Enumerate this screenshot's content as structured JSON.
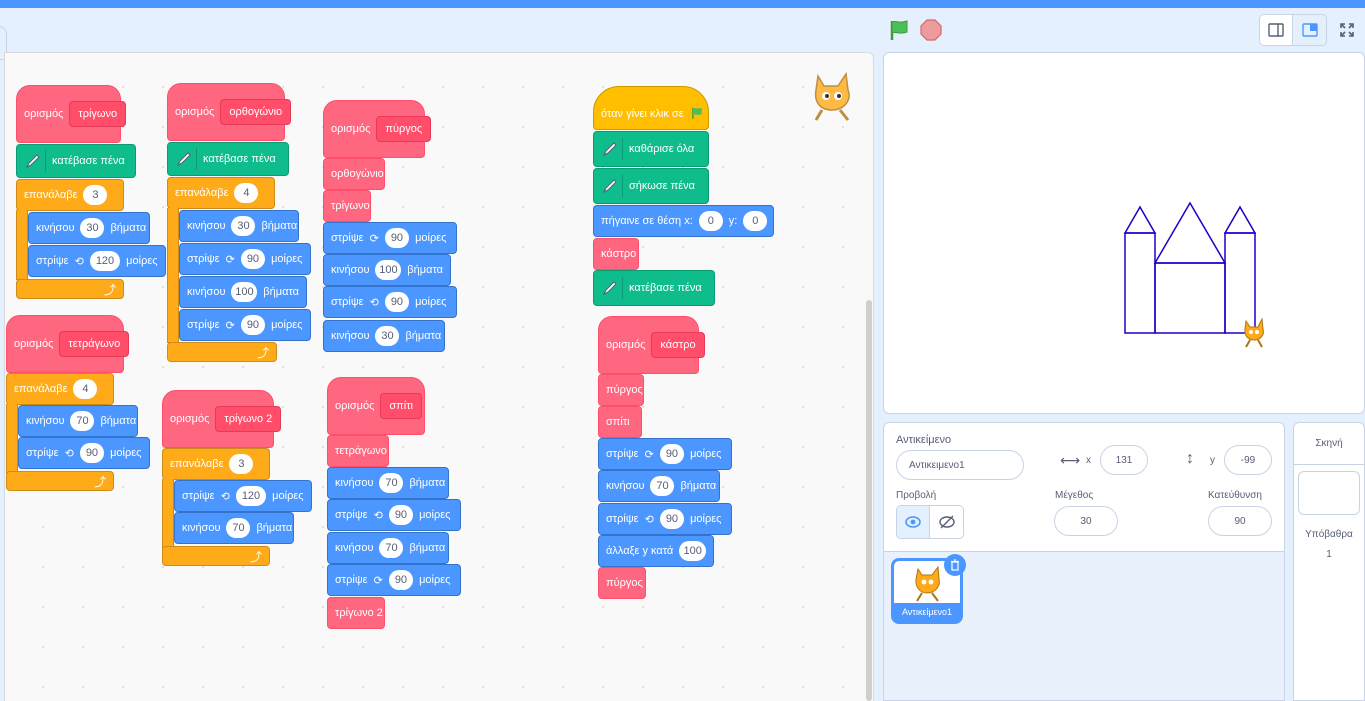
{
  "colors": {
    "motion": "#4c97ff",
    "pen": "#0fbd8c",
    "control": "#ffab19",
    "myblocks": "#ff6680",
    "events": "#ffbf00",
    "accent": "#4c97ff"
  },
  "toolbar": {
    "icons": [
      "green-flag-icon",
      "stop-icon",
      "small-stage-icon",
      "normal-stage-icon",
      "fullscreen-icon"
    ]
  },
  "scripts": {
    "triangle": {
      "define": "ορισμός",
      "name": "τρίγωνο",
      "pen_down": "κατέβασε πένα",
      "repeat": "επανάλαβε",
      "repeat_n": "3",
      "move": "κινήσου",
      "move_n": "30",
      "steps": "βήματα",
      "turn": "στρίψε",
      "turn_n": "120",
      "degrees": "μοίρες"
    },
    "rectangle": {
      "define": "ορισμός",
      "name": "ορθογώνιο",
      "pen_down": "κατέβασε πένα",
      "repeat": "επανάλαβε",
      "repeat_n": "4",
      "move1": "κινήσου",
      "move1_n": "30",
      "steps": "βήματα",
      "turn1": "στρίψε",
      "turn1_n": "90",
      "degrees": "μοίρες",
      "move2": "κινήσου",
      "move2_n": "100",
      "turn2": "στρίψε",
      "turn2_n": "90"
    },
    "square": {
      "define": "ορισμός",
      "name": "τετράγωνο",
      "repeat": "επανάλαβε",
      "repeat_n": "4",
      "move": "κινήσου",
      "move_n": "70",
      "steps": "βήματα",
      "turn": "στρίψε",
      "turn_n": "90",
      "degrees": "μοίρες"
    },
    "triangle2": {
      "define": "ορισμός",
      "name": "τρίγωνο 2",
      "repeat": "επανάλαβε",
      "repeat_n": "3",
      "turn": "στρίψε",
      "turn_n": "120",
      "degrees": "μοίρες",
      "move": "κινήσου",
      "move_n": "70",
      "steps": "βήματα"
    },
    "tower": {
      "define": "ορισμός",
      "name": "πύργος",
      "call1": "ορθογώνιο",
      "call2": "τρίγωνο",
      "turn1": "στρίψε",
      "turn1_n": "90",
      "degrees": "μοίρες",
      "move1": "κινήσου",
      "move1_n": "100",
      "steps": "βήματα",
      "turn2": "στρίψε",
      "turn2_n": "90",
      "move2": "κινήσου",
      "move2_n": "30"
    },
    "house": {
      "define": "ορισμός",
      "name": "σπίτι",
      "call1": "τετράγωνο",
      "move1": "κινήσου",
      "move1_n": "70",
      "steps": "βήματα",
      "turn1": "στρίψε",
      "turn1_n": "90",
      "degrees": "μοίρες",
      "move2": "κινήσου",
      "move2_n": "70",
      "turn2": "στρίψε",
      "turn2_n": "90",
      "call2": "τρίγωνο 2"
    },
    "main": {
      "when": "όταν γίνει κλικ σε",
      "clear": "καθάρισε όλα",
      "pen_up": "σήκωσε πένα",
      "goto": "πήγαινε σε θέση x:",
      "x": "0",
      "y_label": "y:",
      "y": "0",
      "call": "κάστρο",
      "pen_down": "κατέβασε πένα"
    },
    "castle": {
      "define": "ορισμός",
      "name": "κάστρο",
      "call1": "πύργος",
      "call2": "σπίτι",
      "turn1": "στρίψε",
      "turn1_n": "90",
      "degrees": "μοίρες",
      "move1": "κινήσου",
      "move1_n": "70",
      "steps": "βήματα",
      "turn2": "στρίψε",
      "turn2_n": "90",
      "change_y": "άλλαξε y κατά",
      "change_y_n": "100",
      "call3": "πύργος"
    }
  },
  "sprite_info": {
    "title": "Αντικείμενο",
    "name": "Αντικειμενο1",
    "x_label": "x",
    "x": "131",
    "y_label": "y",
    "y": "-99",
    "show_label": "Προβολή",
    "size_label": "Μέγεθος",
    "size": "30",
    "direction_label": "Κατεύθυνση",
    "direction": "90"
  },
  "sprite_list": {
    "sprites": [
      {
        "name": "Αντικείμενο1"
      }
    ]
  },
  "stage_panel": {
    "title": "Σκηνή",
    "backdrops_label": "Υπόβαθρα",
    "backdrops_count": "1"
  }
}
